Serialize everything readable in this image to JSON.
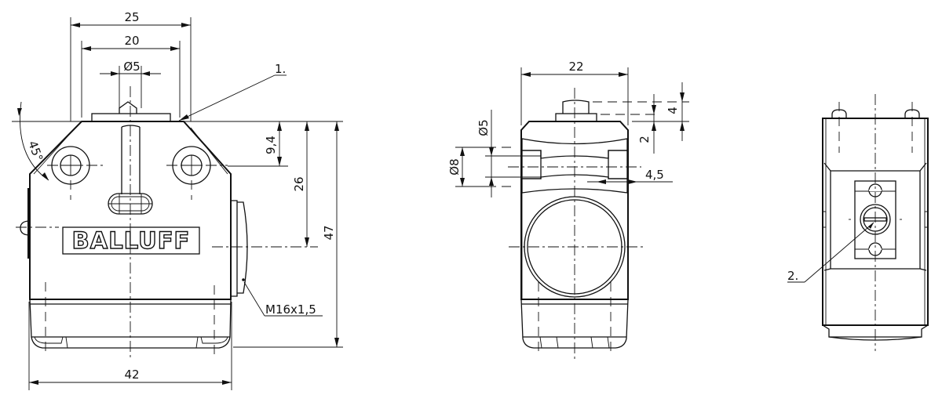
{
  "drawing": {
    "brand_logo": "BALLUFF",
    "views": {
      "front": {
        "dimensions": {
          "width_outer": "25",
          "width_inner": "20",
          "plunger_diameter": "Ø5",
          "overall_width": "42",
          "hole_offset": "9,4",
          "thread_height": "26",
          "overall_height": "47",
          "chamfer_angle": "45°",
          "thread": "M16x1,5"
        },
        "callouts": {
          "item_1": "1."
        }
      },
      "side": {
        "dimensions": {
          "width": "22",
          "hole_diameter_small": "Ø5",
          "hole_diameter_large": "Ø8",
          "counterbore_depth": "4,5",
          "plunger_height": "4",
          "plunger_travel": "2"
        }
      },
      "back": {
        "callouts": {
          "item_2": "2."
        }
      }
    },
    "colors": {
      "line": "#111111",
      "background": "#ffffff"
    }
  }
}
